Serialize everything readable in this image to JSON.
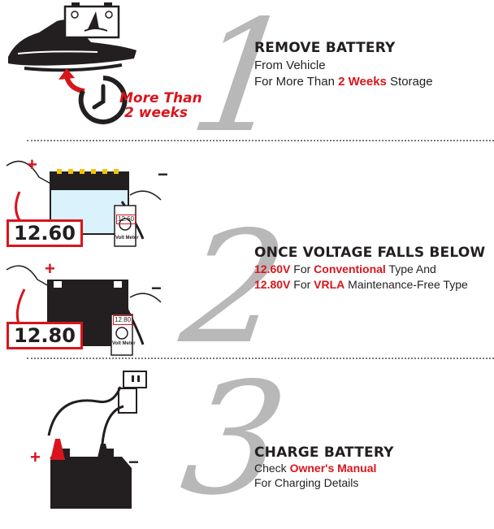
{
  "steps": [
    {
      "number": "1",
      "title": "REMOVE BATTERY",
      "line1": "From Vehicle",
      "line2_pre": "For More Than ",
      "line2_red": "2 Weeks",
      "line2_post": " Storage",
      "clock_text_1": "More Than",
      "clock_text_2": "2 weeks"
    },
    {
      "number": "2",
      "title": "ONCE VOLTAGE FALLS BELOW",
      "line1_red1": "12.60V",
      "line1_mid": " For ",
      "line1_red2": "Conventional",
      "line1_post": " Type And",
      "line2_red1": "12.80V",
      "line2_mid": " For ",
      "line2_red2": "VRLA",
      "line2_post": " Maintenance-Free Type",
      "reading_a": "12.60",
      "reading_b": "12.80",
      "meter_a": "12.60",
      "meter_b": "12.80",
      "meter_label": "Volt Meter",
      "plus": "+",
      "minus": "−"
    },
    {
      "number": "3",
      "title": "CHARGE BATTERY",
      "line1_pre": "Check ",
      "line1_red": "Owner's Manual",
      "line2": "For Charging Details",
      "plus": "+",
      "minus": "−"
    }
  ],
  "colors": {
    "accent": "#d8151c",
    "numeral": "#b8b8b8",
    "text": "#231f20"
  },
  "icons": [
    "jetski-icon",
    "battery-icon",
    "clock-icon",
    "arrow-icon",
    "voltmeter-icon",
    "charger-icon",
    "clamp-icon"
  ]
}
